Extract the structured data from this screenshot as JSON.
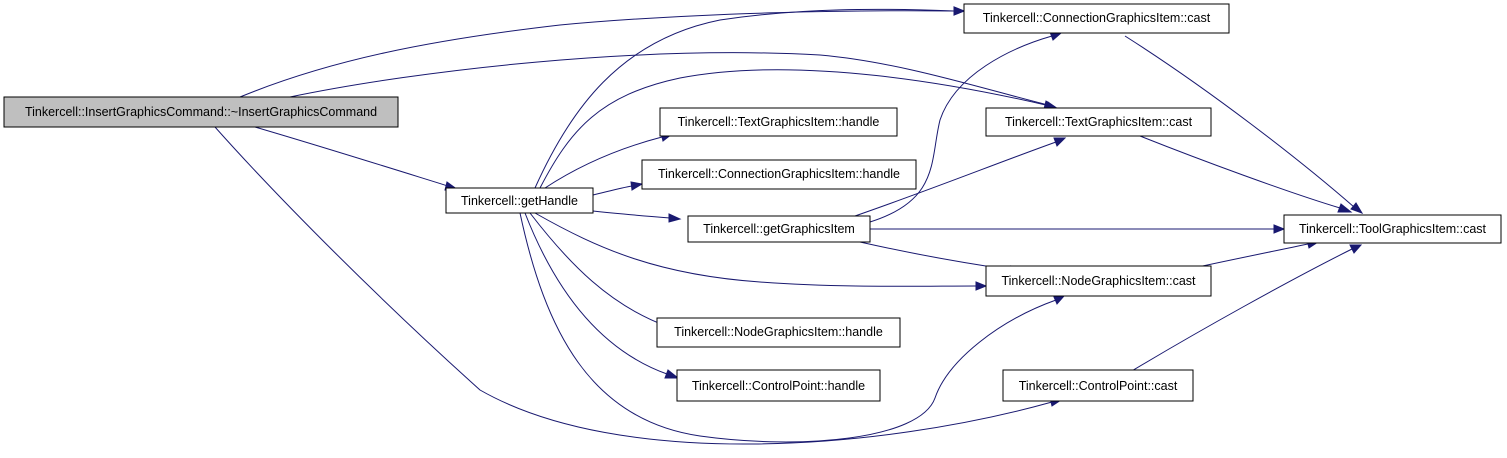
{
  "graph": {
    "nodes": [
      {
        "id": "root",
        "label": "Tinkercell::InsertGraphicsCommand::~InsertGraphicsCommand",
        "highlighted": true
      },
      {
        "id": "getHandle",
        "label": "Tinkercell::getHandle"
      },
      {
        "id": "cgi_cast",
        "label": "Tinkercell::ConnectionGraphicsItem::cast"
      },
      {
        "id": "tgi_handle",
        "label": "Tinkercell::TextGraphicsItem::handle"
      },
      {
        "id": "tgi_cast",
        "label": "Tinkercell::TextGraphicsItem::cast"
      },
      {
        "id": "cgi_handle",
        "label": "Tinkercell::ConnectionGraphicsItem::handle"
      },
      {
        "id": "getGraphicsItem",
        "label": "Tinkercell::getGraphicsItem"
      },
      {
        "id": "toolgi_cast",
        "label": "Tinkercell::ToolGraphicsItem::cast"
      },
      {
        "id": "ngi_cast",
        "label": "Tinkercell::NodeGraphicsItem::cast"
      },
      {
        "id": "ngi_handle",
        "label": "Tinkercell::NodeGraphicsItem::handle"
      },
      {
        "id": "cp_handle",
        "label": "Tinkercell::ControlPoint::handle"
      },
      {
        "id": "cp_cast",
        "label": "Tinkercell::ControlPoint::cast"
      }
    ],
    "edges": [
      {
        "from": "root",
        "to": "cgi_cast"
      },
      {
        "from": "root",
        "to": "tgi_cast"
      },
      {
        "from": "root",
        "to": "getHandle"
      },
      {
        "from": "root",
        "to": "cp_cast"
      },
      {
        "from": "getHandle",
        "to": "cgi_cast"
      },
      {
        "from": "getHandle",
        "to": "tgi_cast"
      },
      {
        "from": "getHandle",
        "to": "tgi_handle"
      },
      {
        "from": "getHandle",
        "to": "cgi_handle"
      },
      {
        "from": "getHandle",
        "to": "getGraphicsItem"
      },
      {
        "from": "getHandle",
        "to": "ngi_cast"
      },
      {
        "from": "getHandle",
        "to": "ngi_handle"
      },
      {
        "from": "getHandle",
        "to": "cp_handle"
      },
      {
        "from": "getHandle",
        "to": "ngi_cast"
      },
      {
        "from": "getGraphicsItem",
        "to": "cgi_cast"
      },
      {
        "from": "getGraphicsItem",
        "to": "tgi_cast"
      },
      {
        "from": "getGraphicsItem",
        "to": "toolgi_cast"
      },
      {
        "from": "getGraphicsItem",
        "to": "ngi_cast"
      },
      {
        "from": "cgi_cast",
        "to": "toolgi_cast"
      },
      {
        "from": "tgi_cast",
        "to": "toolgi_cast"
      },
      {
        "from": "ngi_cast",
        "to": "toolgi_cast"
      },
      {
        "from": "cp_cast",
        "to": "toolgi_cast"
      }
    ]
  },
  "colors": {
    "edge": "#191970",
    "node_border": "#000000",
    "node_fill": "#ffffff",
    "root_fill": "#bfbfbf",
    "background": "#ffffff"
  }
}
